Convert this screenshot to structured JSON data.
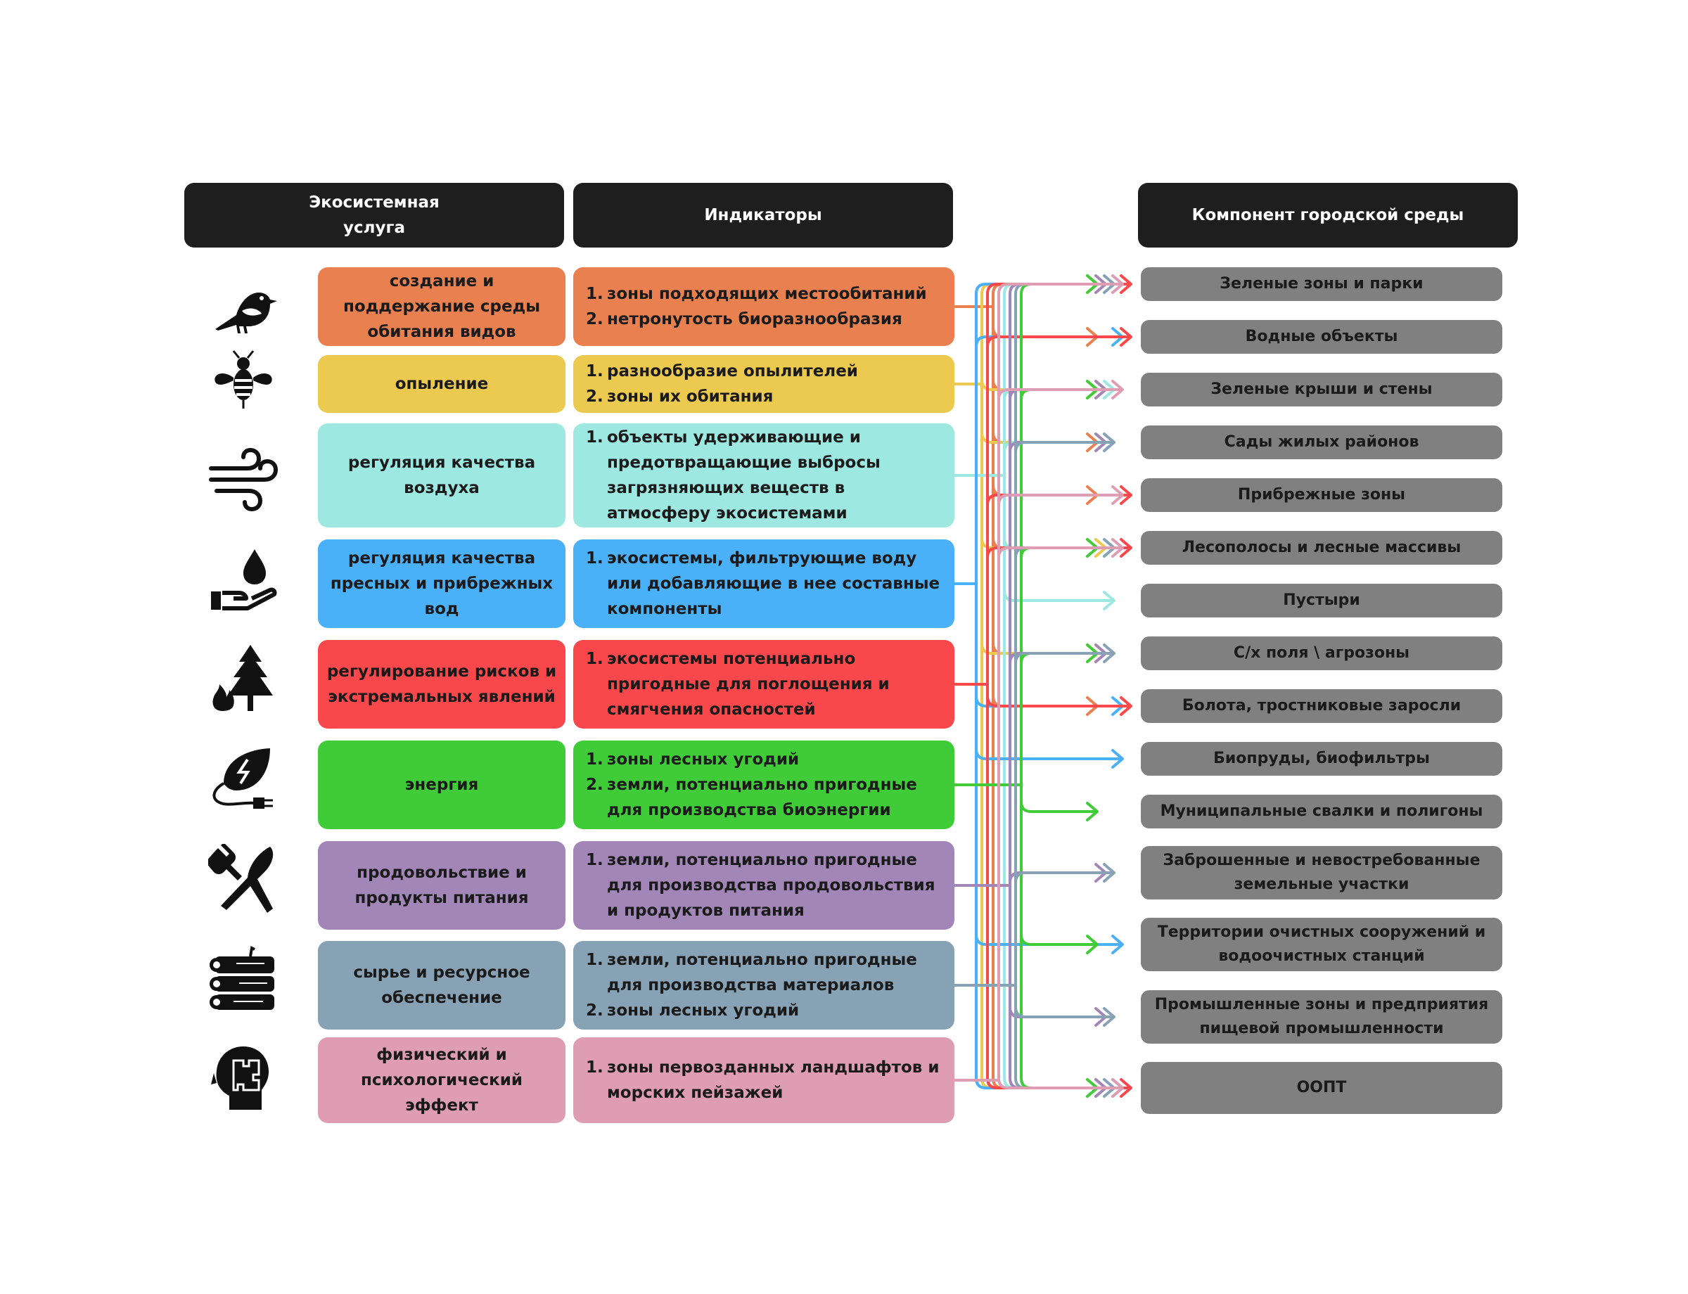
{
  "headers": {
    "service": "Экосистемная услуга",
    "indicators": "Индикаторы",
    "component": "Компонент городской среды"
  },
  "services": [
    {
      "label": "создание и поддержание среды обитания видов",
      "color": "#e8804f",
      "icon": "bird-icon",
      "indicators": [
        "зоны подходящих местообитаний",
        "нетронутость биоразнообразия"
      ],
      "numbered": true
    },
    {
      "label": "опыление",
      "color": "#ecc94f",
      "icon": "bee-icon",
      "indicators": [
        "разнообразие опылителей",
        "зоны их обитания"
      ],
      "numbered": true
    },
    {
      "label": "регуляция качества воздуха",
      "color": "#9ee8e2",
      "icon": "wind-icon",
      "indicators": [
        "объекты удерживающие и предотвращающие выбросы загрязняющих веществ в атмосферу экосистемами"
      ],
      "numbered": true
    },
    {
      "label": "регуляция качества пресных и прибрежных вод",
      "color": "#4ab0f8",
      "icon": "water-hand-icon",
      "indicators": [
        "экосистемы, фильтрующие воду или добавляющие в нее составные компоненты"
      ],
      "numbered": true
    },
    {
      "label": "регулирование рисков и экстремальных явлений",
      "color": "#f8484b",
      "icon": "forest-fire-icon",
      "indicators": [
        "экосистемы потенциально пригодные  для поглощения и смягчения опасностей"
      ],
      "numbered": true
    },
    {
      "label": "энергия",
      "color": "#40cc38",
      "icon": "leaf-plug-icon",
      "indicators": [
        "зоны лесных угодий",
        "земли, потенциально пригодные для производства биоэнергии"
      ],
      "numbered": true
    },
    {
      "label": "продовольствие и продукты питания",
      "color": "#a286b7",
      "icon": "fork-knife-icon",
      "indicators": [
        "земли, потенциально пригодные для производства продовольствия и продуктов питания"
      ],
      "numbered": true
    },
    {
      "label": "сырье и ресурсное обеспечение",
      "color": "#88a2b5",
      "icon": "logs-icon",
      "indicators": [
        "земли, потенциально пригодные для производства материалов",
        "зоны лесных угодий"
      ],
      "numbered": true
    },
    {
      "label": "физический и психологический эффект",
      "color": "#de9db3",
      "icon": "head-puzzle-icon",
      "indicators": [
        "зоны первозданных ландшафтов и морских пейзажей"
      ],
      "numbered": true
    }
  ],
  "components": [
    "Зеленые зоны и парки",
    "Водные объекты",
    "Зеленые крыши и стены",
    "Сады жилых районов",
    "Прибрежные зоны",
    "Лесополосы и лесные массивы",
    "Пустыри",
    "С/х поля \\ агрозоны",
    "Болота, тростниковые заросли",
    "Биопруды, биофильтры",
    "Муниципальные свалки и полигоны",
    "Заброшенные и невостребованные земельные участки",
    "Территории очистных сооружений и водоочистных станций",
    "Промышленные зоны и предприятия пищевой промышленности",
    "ООПТ"
  ],
  "connector_color": "#808080"
}
